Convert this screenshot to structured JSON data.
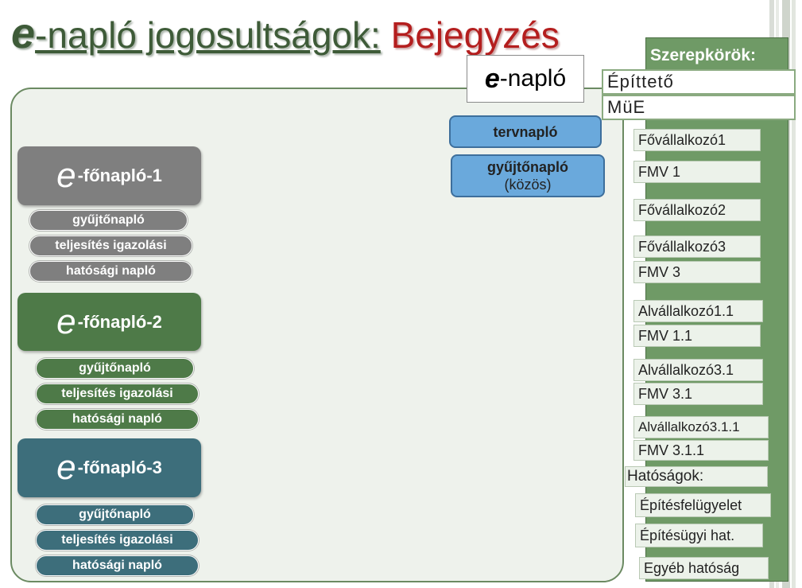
{
  "title": {
    "e": "e",
    "main": "-napló jogosultságok:",
    "highlight": "Bejegyzés"
  },
  "enaplo": {
    "e": "e",
    "rest": "-napló"
  },
  "shared_logs": {
    "tervnaplo": "tervnapló",
    "gyujto_title": "gyűjtőnapló",
    "gyujto_sub": "(közös)"
  },
  "main_logs": [
    {
      "e": "e",
      "label": "-főnapló-1",
      "color": "#7f7f7f",
      "subs": [
        "gyűjtőnapló",
        "teljesítés igazolási",
        "hatósági napló"
      ]
    },
    {
      "e": "e",
      "label": "-főnapló-2",
      "color": "#4e7a48",
      "subs": [
        "gyűjtőnapló",
        "teljesítés igazolási",
        "hatósági napló"
      ]
    },
    {
      "e": "e",
      "label": "-főnapló-3",
      "color": "#3d6e7b",
      "subs": [
        "gyűjtőnapló",
        "teljesítés igazolási",
        "hatósági napló"
      ]
    }
  ],
  "roles": {
    "title": "Szerepkörök:",
    "items": [
      "Építtető",
      "MüE",
      "Fővállalkozó1",
      "FMV 1",
      "Fővállalkozó2",
      "Fővállalkozó3",
      "FMV 3",
      "Alvállalkozó1.1",
      "FMV 1.1",
      "Alvállalkozó3.1",
      "FMV 3.1",
      "Alvállalkozó3.1.1",
      "FMV 3.1.1"
    ]
  },
  "authorities": {
    "title": "Hatóságok:",
    "items": [
      "Építésfelügyelet",
      "Építésügyi hat.",
      "Egyéb hatóság"
    ]
  },
  "colors": {
    "gray": "#7f7f7f",
    "green": "#4e7a48",
    "teal": "#3d6e7b",
    "blue": "#6aa9dc",
    "roles_bg": "#6f9a66",
    "title_green": "#3e5b38",
    "title_red": "#b41e1e"
  }
}
